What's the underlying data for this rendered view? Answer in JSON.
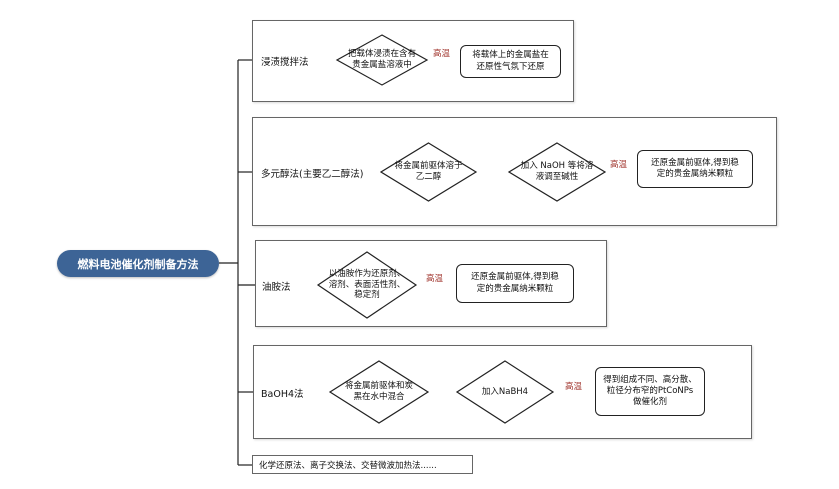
{
  "root": "燃料电池催化剂制备方法",
  "methods": [
    {
      "label": "浸渍搅拌法",
      "steps": [
        "把载体浸渍在含有\n贵金属盐溶液中"
      ],
      "hot_label": "高温",
      "result": "将载体上的金属盐在\n还原性气氛下还原"
    },
    {
      "label": "多元醇法(主要乙二醇法)",
      "steps": [
        "将金属前驱体溶于\n乙二醇",
        "加入 NaOH 等将溶\n液调至碱性"
      ],
      "hot_label": "高温",
      "result": "还原金属前驱体,得到稳\n定的贵金属纳米颗粒"
    },
    {
      "label": "油胺法",
      "steps": [
        "以油胺作为还原剂、\n溶剂、表面活性剂、\n稳定剂"
      ],
      "hot_label": "高温",
      "result": "还原金属前驱体,得到稳\n定的贵金属纳米颗粒"
    },
    {
      "label": "BaOH4法",
      "steps": [
        "将金属前驱体和炭\n黑在水中混合",
        "加入NaBH4"
      ],
      "hot_label": "高温",
      "result": "得到组成不同、高分散、\n粒径分布窄的PtCoNPs\n做催化剂"
    }
  ],
  "other": "化学还原法、离子交换法、交替微波加热法......"
}
